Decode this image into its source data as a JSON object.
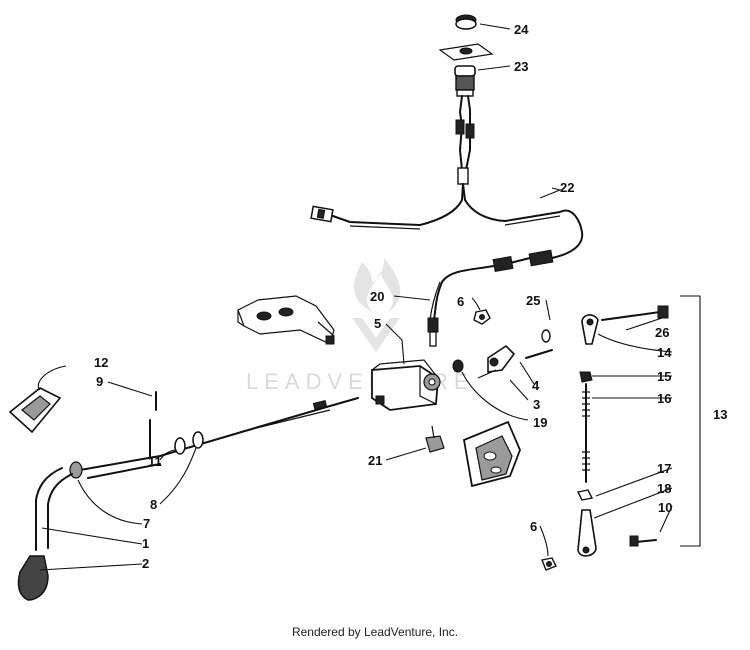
{
  "diagram": {
    "callouts": [
      "1",
      "2",
      "3",
      "4",
      "5",
      "6",
      "7",
      "8",
      "9",
      "10",
      "11",
      "12",
      "13",
      "14",
      "15",
      "16",
      "17",
      "18",
      "19",
      "20",
      "21",
      "22",
      "23",
      "24",
      "25",
      "26"
    ],
    "watermark": "LEADVENTURE"
  },
  "footer": {
    "text": "Rendered by LeadVenture, Inc."
  }
}
